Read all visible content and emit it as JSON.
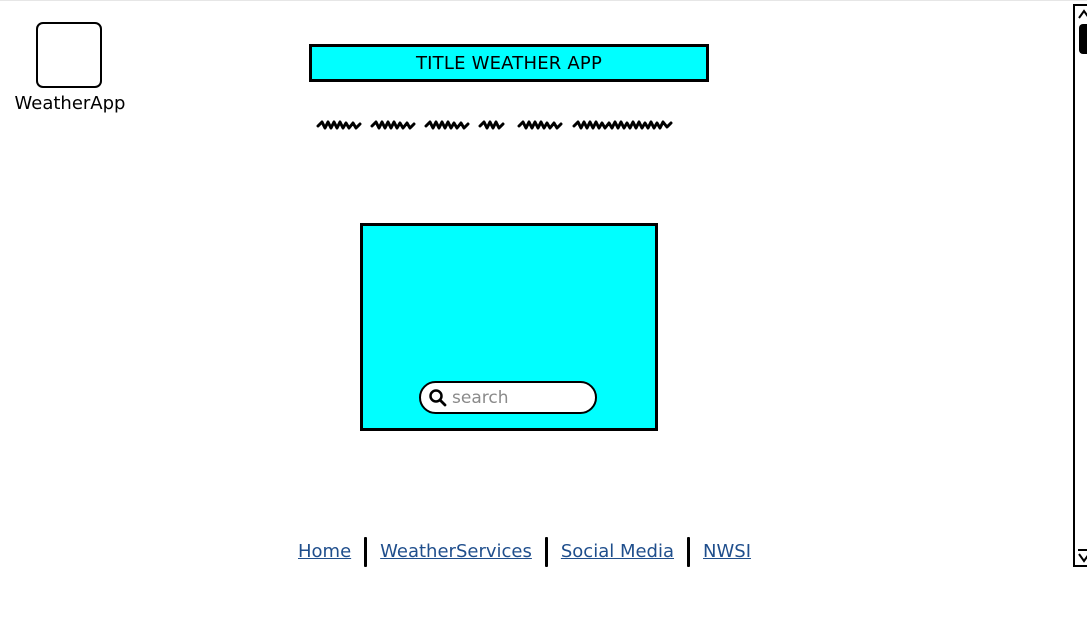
{
  "logo": {
    "label": "WeatherApp"
  },
  "header": {
    "title": "TITLE WEATHER APP",
    "title_bg_color": "#00ffff"
  },
  "panel": {
    "bg_color": "#00ffff",
    "search": {
      "placeholder": "search",
      "value": "",
      "icon": "search-icon"
    }
  },
  "footer": {
    "links": [
      {
        "label": "Home"
      },
      {
        "label": "WeatherServices"
      },
      {
        "label": "Social Media"
      },
      {
        "label": "NWSI"
      }
    ],
    "link_color": "#1f4e8c"
  },
  "scrollbar": {
    "up_icon": "arrow-up-icon",
    "down_icon": "arrow-down-icon"
  }
}
